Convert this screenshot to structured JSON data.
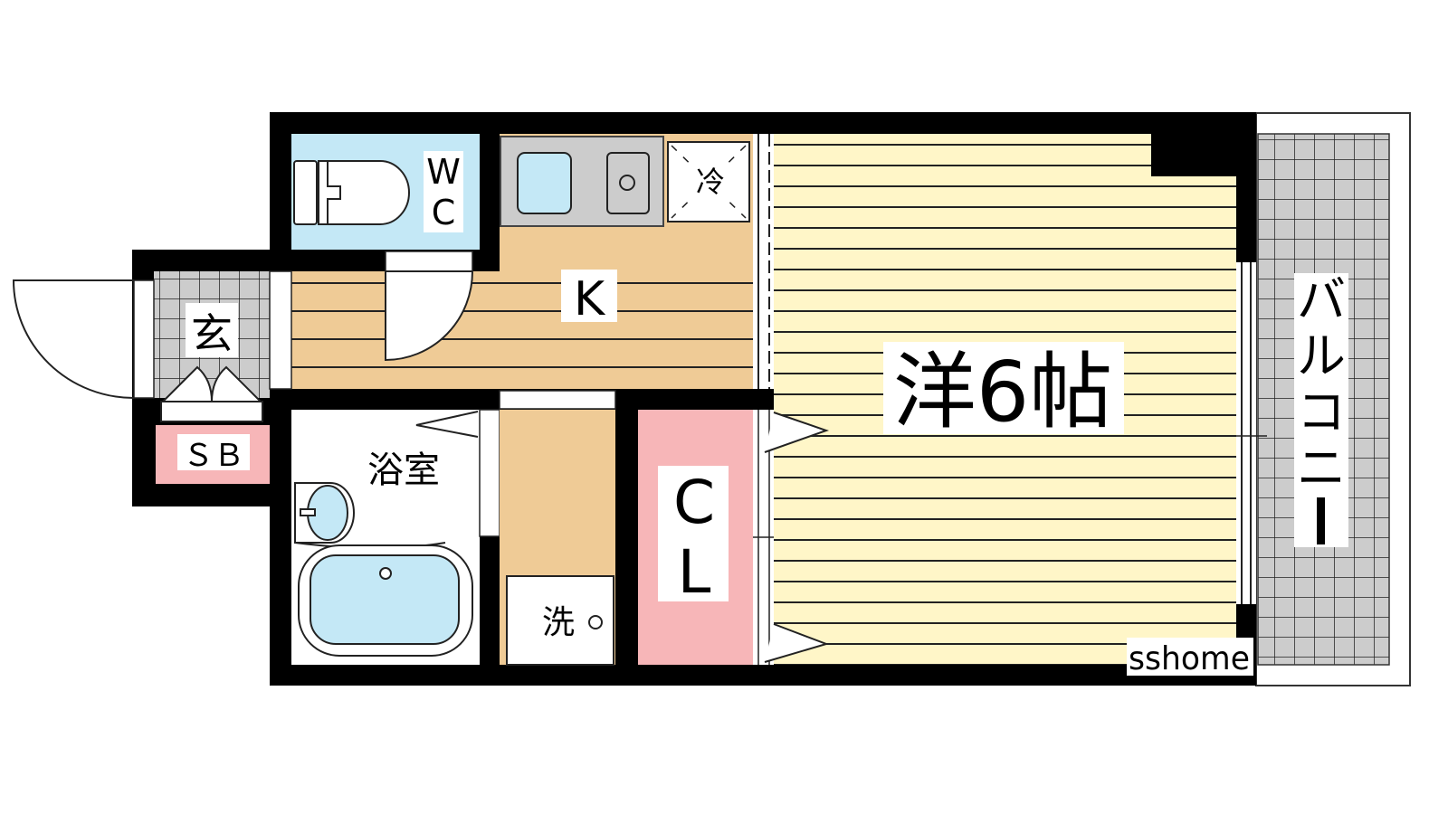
{
  "rooms": {
    "western": "洋6帖",
    "kitchen": "K",
    "wc_top": "W",
    "wc_bottom": "C",
    "entrance": "玄",
    "shoebox": "ＳＢ",
    "bath": "浴室",
    "closet_top": "C",
    "closet_bottom": "L",
    "washer": "洗",
    "fridge": "冷",
    "balcony": [
      "バ",
      "ル",
      "コ",
      "ニ",
      "ー"
    ]
  },
  "watermark": "sshome",
  "colors": {
    "wall": "#000000",
    "western_floor": "#fff6c8",
    "kitchen_floor": "#efcb96",
    "wet_area": "#c4e8f6",
    "closet": "#f7b6b8",
    "tile": "#cccccc"
  }
}
